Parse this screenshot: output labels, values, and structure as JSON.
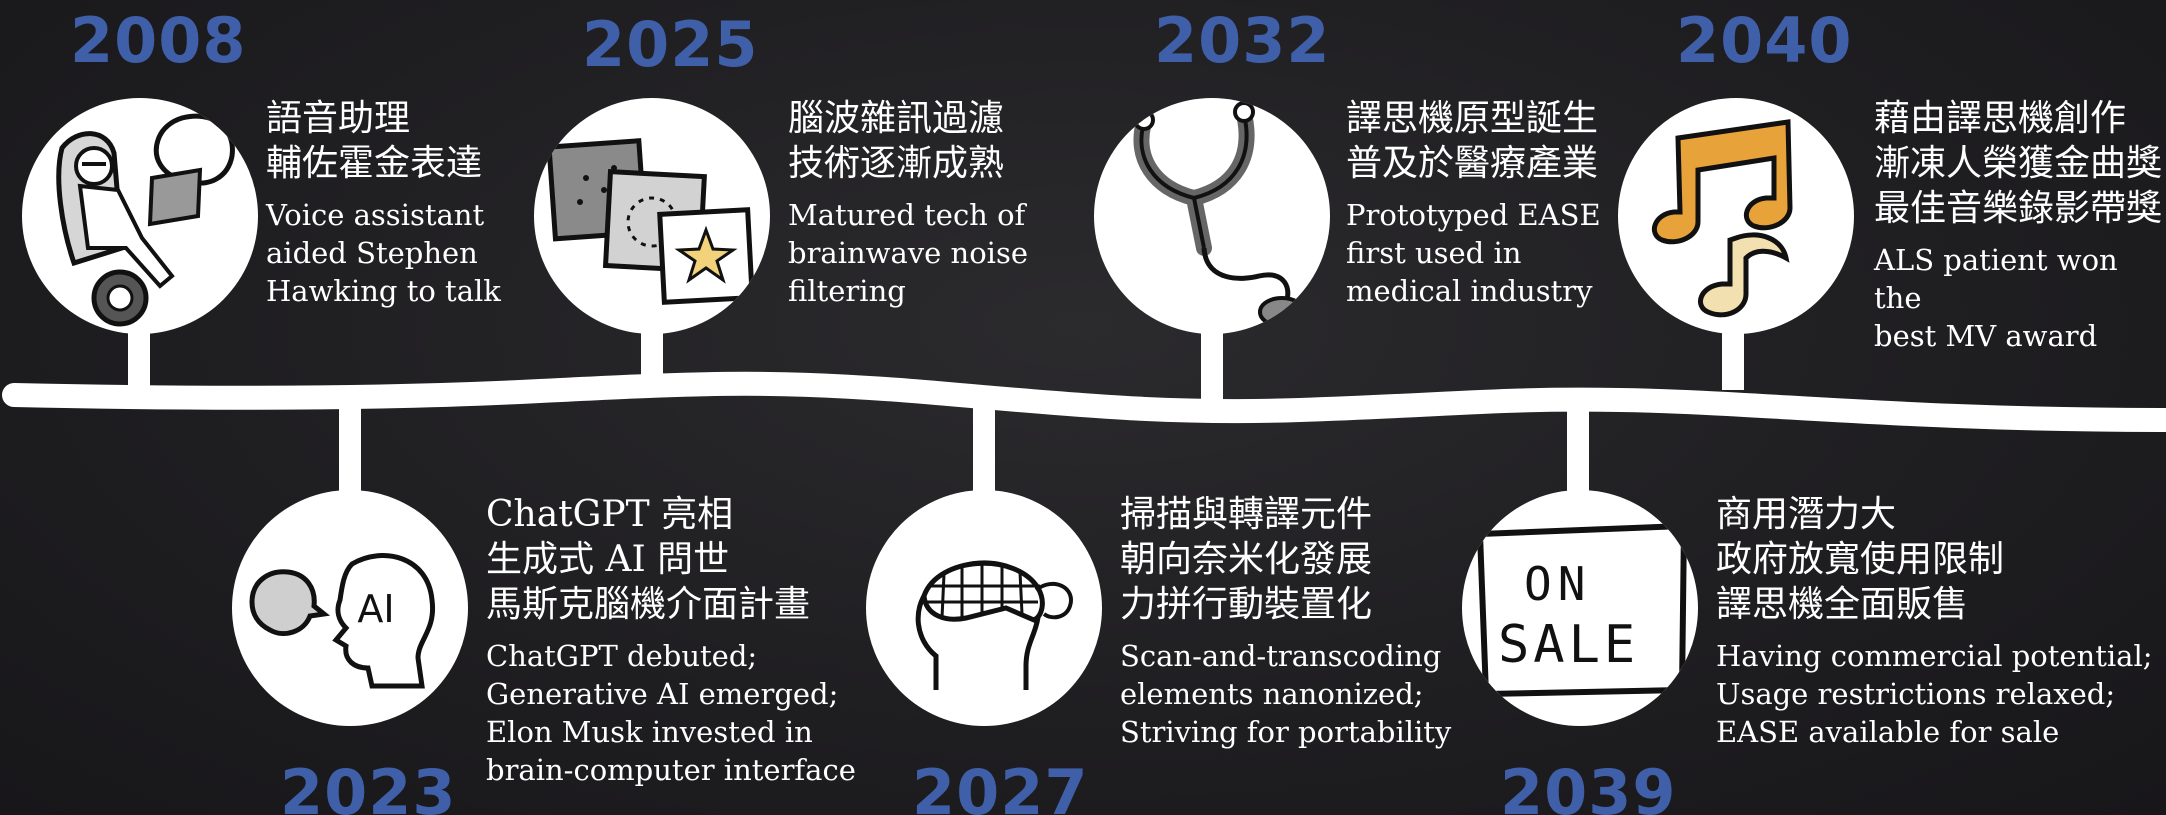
{
  "colors": {
    "background": "#1f1e21",
    "year": "#3f5fa8",
    "line": "#ffffff",
    "text": "#ffffff"
  },
  "events": [
    {
      "year": "2008",
      "icon": "hawking-wheelchair-icon",
      "zh": "語音助理\n輔佐霍金表達",
      "en": "Voice assistant\naided Stephen\nHawking to talk"
    },
    {
      "year": "2023",
      "icon": "ai-head-icon",
      "zh": "ChatGPT 亮相\n生成式 AI 問世\n馬斯克腦機介面計畫",
      "en": "ChatGPT debuted;\nGenerative AI emerged;\nElon Musk invested in\nbrain-computer interface"
    },
    {
      "year": "2025",
      "icon": "filtered-cards-icon",
      "zh": "腦波雜訊過濾\n技術逐漸成熟",
      "en": "Matured tech of\nbrainwave noise\nfiltering"
    },
    {
      "year": "2027",
      "icon": "brain-cap-icon",
      "zh": "掃描與轉譯元件\n朝向奈米化發展\n力拼行動裝置化",
      "en": "Scan-and-transcoding\nelements nanonized;\nStriving for portability"
    },
    {
      "year": "2032",
      "icon": "stethoscope-icon",
      "zh": "譯思機原型誕生\n普及於醫療產業",
      "en": "Prototyped EASE\nfirst used in\nmedical industry"
    },
    {
      "year": "2039",
      "icon": "on-sale-sign-icon",
      "zh": "商用潛力大\n政府放寬使用限制\n譯思機全面販售",
      "en": "Having commercial potential;\nUsage restrictions relaxed;\nEASE available for sale",
      "sign": "ON\nSALE"
    },
    {
      "year": "2040",
      "icon": "music-notes-icon",
      "zh": "藉由譯思機創作\n漸凍人榮獲金曲獎\n最佳音樂錄影帶獎",
      "en": "ALS patient won the\nbest MV award"
    }
  ]
}
